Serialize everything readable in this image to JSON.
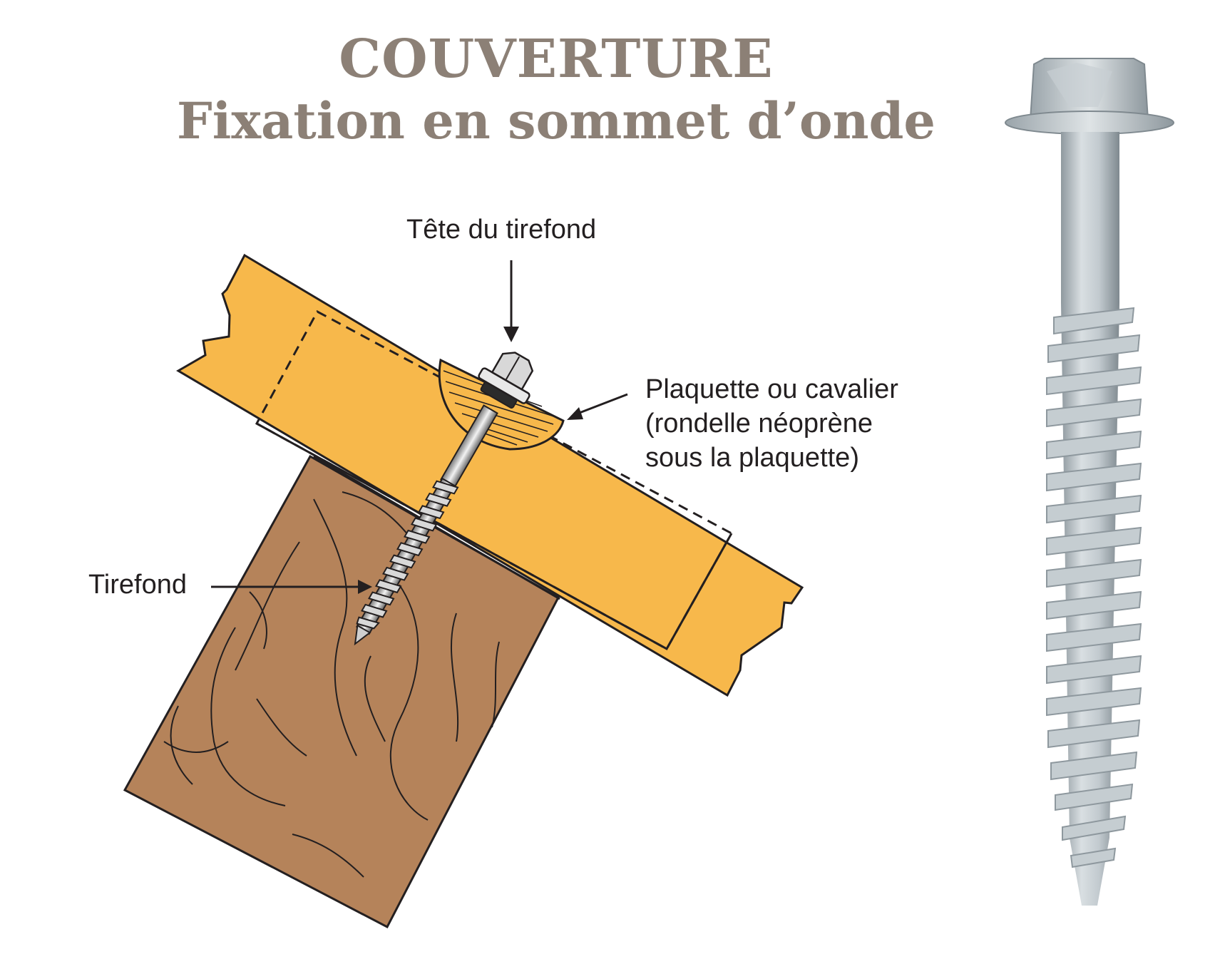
{
  "title": {
    "line1": "COUVERTURE",
    "line2": "Fixation en sommet d’onde"
  },
  "labels": {
    "head": "Tête du tirefond",
    "tirefond": "Tirefond",
    "plaquette": {
      "line1": "Plaquette ou cavalier",
      "line2": "(rondelle néoprène",
      "line3": "sous la plaquette)"
    }
  },
  "colors": {
    "title": "#8c8076",
    "roof_sheet": "#f7b84b",
    "wood": "#b5835a",
    "outline": "#231f20",
    "screw": "#b9c3c9"
  }
}
